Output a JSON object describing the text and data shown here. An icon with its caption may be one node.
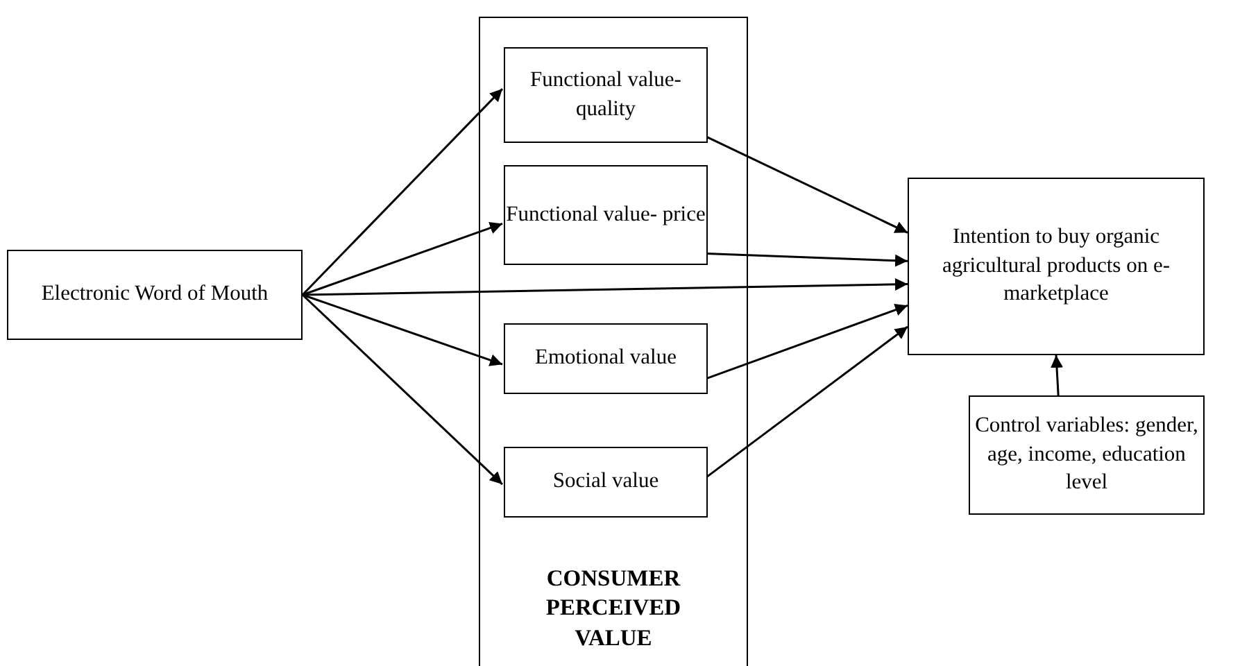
{
  "diagram": {
    "nodes": [
      {
        "text": [
          "Electronic Word of Mouth"
        ]
      },
      {
        "text": [
          "CONSUMER PERCEIVED VALUE"
        ]
      },
      {
        "text": [
          "Functional value- quality"
        ],
        "in": 1
      },
      {
        "text": [
          "Functional value- price"
        ],
        "in": 1
      },
      {
        "text": [
          "Emotional value"
        ],
        "in": 1
      },
      {
        "text": [
          "Social value"
        ],
        "in": 1
      },
      {
        "text": [
          "Intention to buy organic agricultural products on e-marketplace"
        ]
      },
      {
        "text": [
          "Control variables: gender, age, income, education level"
        ]
      }
    ],
    "edges": [
      {
        "from": 0,
        "to": 2,
        "arrow": "to"
      },
      {
        "from": 0,
        "to": 3,
        "arrow": "to"
      },
      {
        "from": 0,
        "to": 6,
        "arrow": "to"
      },
      {
        "from": 0,
        "to": 4,
        "arrow": "to"
      },
      {
        "from": 0,
        "to": 5,
        "arrow": "to"
      },
      {
        "from": 2,
        "to": 6,
        "arrow": "to"
      },
      {
        "from": 3,
        "to": 6,
        "arrow": "to"
      },
      {
        "from": 4,
        "to": 6,
        "arrow": "to"
      },
      {
        "from": 5,
        "to": 6,
        "arrow": "to"
      },
      {
        "from": 7,
        "to": 6,
        "arrow": "to"
      }
    ]
  }
}
